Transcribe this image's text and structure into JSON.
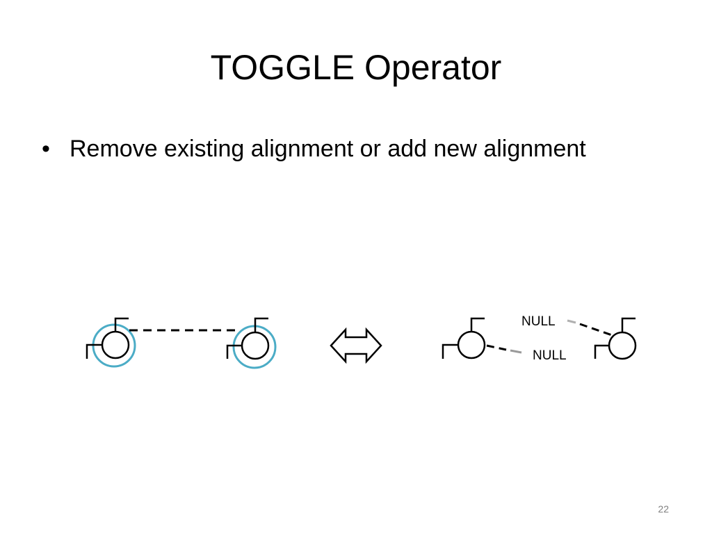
{
  "slide": {
    "title": "TOGGLE Operator",
    "bullets": [
      {
        "marker": "•",
        "text": "Remove existing alignment or add new alignment"
      }
    ],
    "diagram": {
      "null_label_top": "NULL",
      "null_label_bottom": "NULL",
      "highlight_color": "#4bacc6",
      "link_color": "#000000"
    },
    "page_number": "22"
  }
}
